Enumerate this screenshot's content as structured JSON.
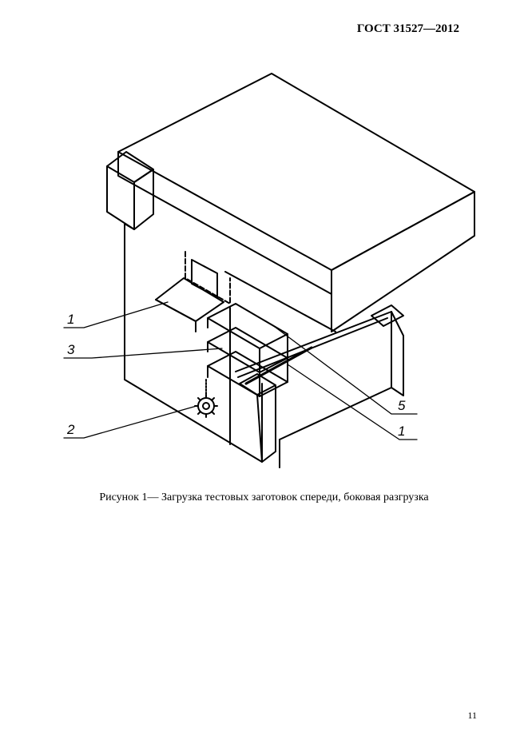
{
  "header": {
    "standard": "ГОСТ 31527—2012"
  },
  "figure": {
    "callouts": [
      "1",
      "3",
      "2",
      "5",
      "1"
    ]
  },
  "caption": "Рисунок 1— Загрузка тестовых заготовок спереди, боковая разгрузка",
  "page_number": "11"
}
